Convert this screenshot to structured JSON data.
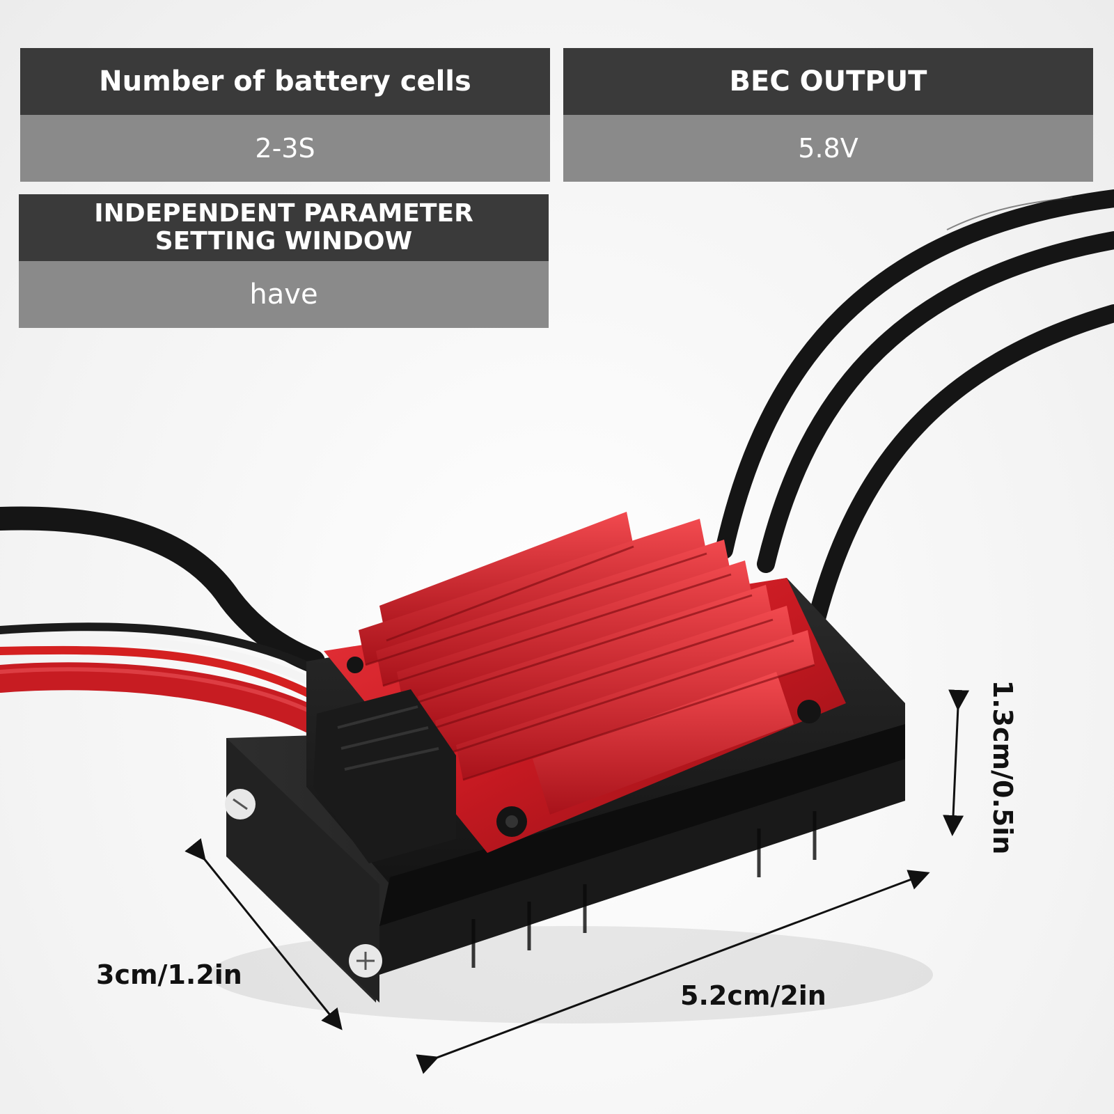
{
  "specs": {
    "battery_cells": {
      "label": "Number of battery cells",
      "value": "2-3S"
    },
    "bec_output": {
      "label": "BEC OUTPUT",
      "value": "5.8V"
    },
    "parameter_window": {
      "label": "INDEPENDENT PARAMETER SETTING WINDOW",
      "value": "have"
    }
  },
  "dimensions": {
    "width": "3cm/1.2in",
    "length": "5.2cm/2in",
    "height": "1.3cm/0.5in"
  },
  "colors": {
    "header_bg": "#3a3a3a",
    "value_bg": "#8a8a8a",
    "heatsink_red": "#d0202a",
    "casing_black": "#1e1e1e"
  }
}
